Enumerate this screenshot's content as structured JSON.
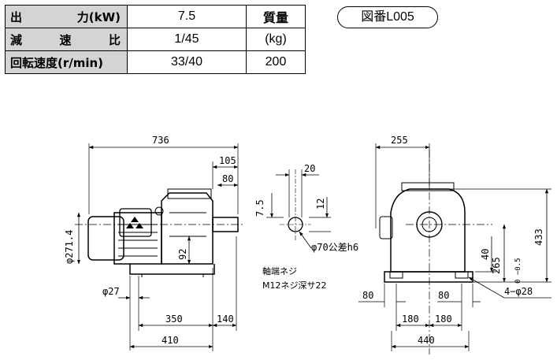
{
  "spec_table": {
    "output_label": "出 力(kW)",
    "output_value": "7.5",
    "reduction_label": "減 速 比",
    "reduction_value": "1/45",
    "speed_label": "回転速度(r/min)",
    "speed_value": "33/40",
    "mass_label": "質量",
    "mass_unit": "(kg)",
    "mass_value": "200"
  },
  "figure_id": "図番L005",
  "drawing": {
    "dims": {
      "overall_length": "736",
      "d105": "105",
      "d80_shaft": "80",
      "dia_271": "φ271.4",
      "d92": "92",
      "dia_27": "φ27",
      "d350": "350",
      "d140": "140",
      "d410": "410",
      "key20": "20",
      "key7_5": "7.5",
      "key12": "12",
      "shaft_dia": "φ70公差h6",
      "tap_note_1": "軸端ネジ",
      "tap_note_2": "M12ネジ深サ22",
      "d255": "255",
      "d433": "433",
      "d265": "265",
      "d265_tol": "0 −0.5",
      "d40": "40",
      "d80_left": "80",
      "d80_right": "80",
      "d180_left": "180",
      "d180_right": "180",
      "d440": "440",
      "holes": "4−φ28"
    }
  }
}
